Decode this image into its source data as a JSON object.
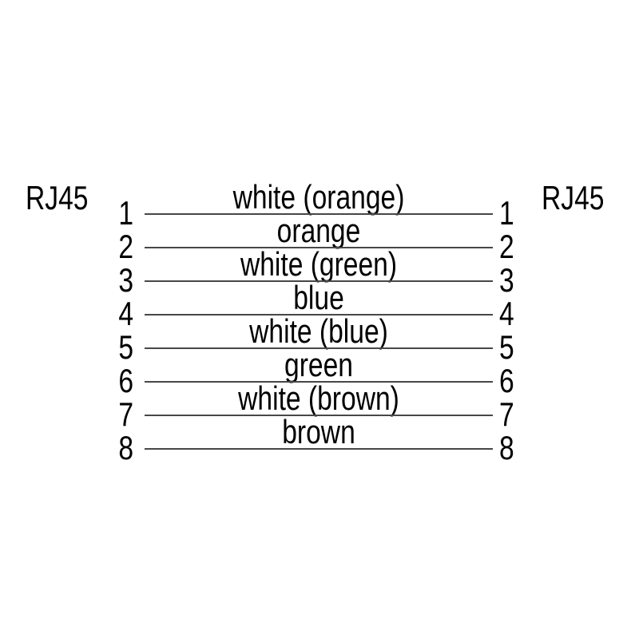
{
  "connectors": {
    "left_label": "RJ45",
    "right_label": "RJ45"
  },
  "wires": [
    {
      "pin_left": "1",
      "pin_right": "1",
      "color_label": "white (orange)"
    },
    {
      "pin_left": "2",
      "pin_right": "2",
      "color_label": "orange"
    },
    {
      "pin_left": "3",
      "pin_right": "3",
      "color_label": "white (green)"
    },
    {
      "pin_left": "4",
      "pin_right": "4",
      "color_label": "blue"
    },
    {
      "pin_left": "5",
      "pin_right": "5",
      "color_label": "white (blue)"
    },
    {
      "pin_left": "6",
      "pin_right": "6",
      "color_label": "green"
    },
    {
      "pin_left": "7",
      "pin_right": "7",
      "color_label": "white (brown)"
    },
    {
      "pin_left": "8",
      "pin_right": "8",
      "color_label": "brown"
    }
  ],
  "colors": {
    "background": "#ffffff",
    "text": "#000000",
    "wire_line": "#474747"
  }
}
